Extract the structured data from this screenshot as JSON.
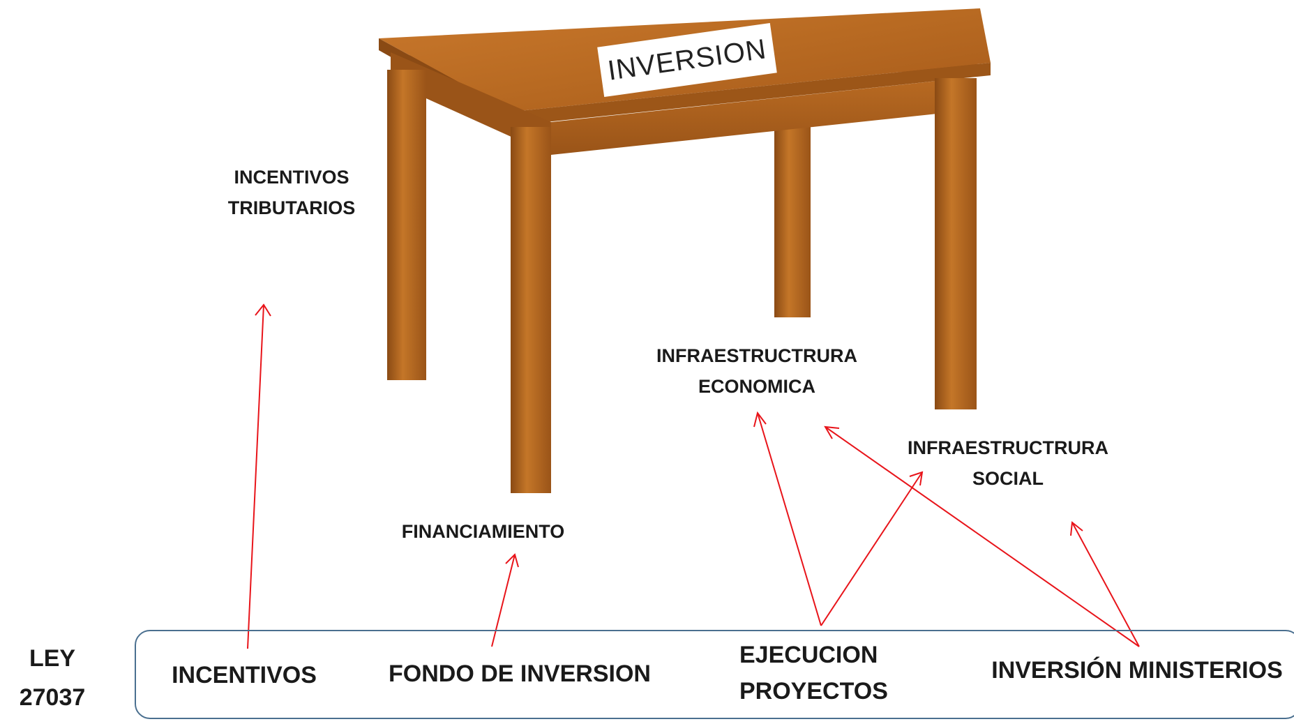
{
  "tabletop_label": "INVERSION",
  "pillars": {
    "incentivos_tributarios": [
      "INCENTIVOS",
      "TRIBUTARIOS"
    ],
    "financiamiento": "FINANCIAMIENTO",
    "infra_economica": [
      "INFRAESTRUCTRURA",
      "ECONOMICA"
    ],
    "infra_social": [
      "INFRAESTRUCTRURA",
      "SOCIAL"
    ]
  },
  "law": [
    "LEY",
    "27037"
  ],
  "base_items": {
    "incentivos": "INCENTIVOS",
    "fondo": "FONDO DE INVERSION",
    "ejecucion": [
      "EJECUCION",
      "PROYECTOS"
    ],
    "ministerios": "INVERSIÓN MINISTERIOS"
  },
  "colors": {
    "arrow": "#e8141a",
    "box_border": "#4a6f8f",
    "wood": "#b86a22"
  }
}
